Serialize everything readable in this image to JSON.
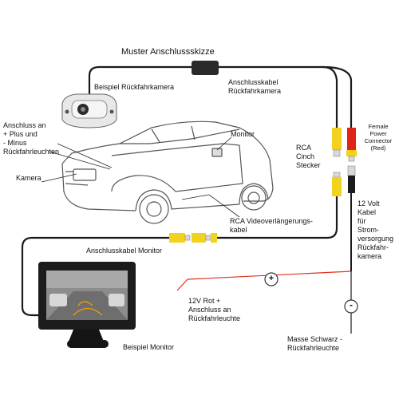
{
  "diagram": {
    "title": "Muster Anschlussskizze",
    "labels": {
      "example_camera": "Beispiel Rückfahrkamera",
      "camera_cable": "Anschlusskabel\nRückfahrkamera",
      "connection_plus_minus": "Anschluss an\n+ Plus und\n- Minus\nRückfahrleuchten",
      "monitor": "Monitor",
      "camera": "Kamera",
      "rca_cinch": "RCA\nCinch\nStecker",
      "female_power": "Female\nPower\nConnector\n(Red)",
      "rca_extension": "RCA Videoverlängerungs-\nkabel",
      "monitor_cable": "Anschlusskabel Monitor",
      "power_cable": "12 Volt\nKabel\nfür\nStrom-\nversorgung\nRückfahr-\nkamera",
      "red_wire": "12V Rot +\nAnschluss an\nRückfahrleuchte",
      "ground_wire": "Masse Schwarz -\nRückfahrleuchte",
      "example_monitor": "Beispiel Monitor"
    },
    "symbols": {
      "plus": "+",
      "minus": "-"
    },
    "colors": {
      "cable": "#1a1a1a",
      "rca_red": "#e02418",
      "rca_yellow": "#f2d21c",
      "red_wire": "#e0301e",
      "car_line": "#555555",
      "monitor_body": "#1c1c1c"
    }
  }
}
